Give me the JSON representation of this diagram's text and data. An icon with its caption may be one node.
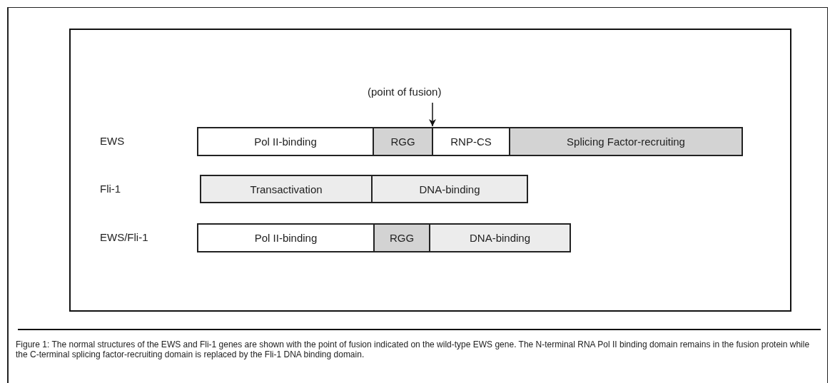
{
  "diagram": {
    "caption": "Figure 1: The normal structures of the EWS and Fli-1 genes are shown with the point of fusion indicated on the wild-type EWS gene.  The N-terminal RNA Pol II binding domain remains in the fusion protein while the C-terminal splicing factor-recruiting domain is replaced by the Fli-1 DNA binding domain.",
    "nodes": [
      {
        "text": [
          "(point of fusion)"
        ]
      },
      {
        "text": [
          "Pol II-binding"
        ]
      },
      {
        "text": [
          "RGG"
        ]
      },
      {
        "text": [
          "RNP-CS"
        ]
      },
      {
        "text": [
          "Splicing Factor-recruiting"
        ]
      },
      {
        "text": [
          "Transactivation"
        ]
      },
      {
        "text": [
          "DNA-binding"
        ]
      },
      {
        "text": [
          "Pol II-binding"
        ]
      },
      {
        "text": [
          "RGG"
        ]
      },
      {
        "text": [
          "DNA-binding"
        ]
      }
    ],
    "edges": [
      {
        "from": 0,
        "to": 2,
        "arrow": "to"
      }
    ],
    "labels": [
      "EWS",
      "Fli-1",
      "EWS/Fli-1"
    ]
  }
}
